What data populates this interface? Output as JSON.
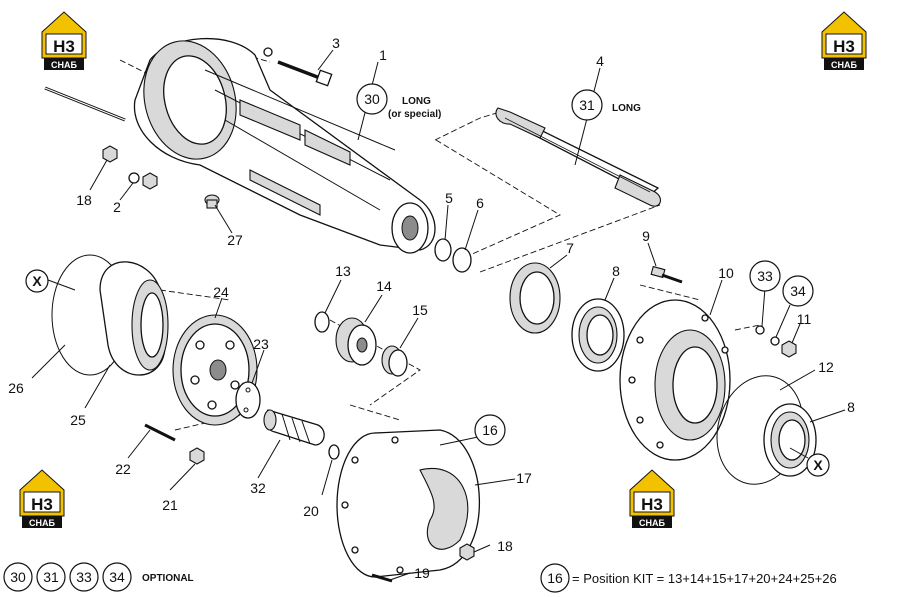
{
  "logo": {
    "mark": "H3",
    "sub": "СНАБ",
    "color": "#f2c200"
  },
  "callouts": {
    "p1": "1",
    "p2": "2",
    "p3": "3",
    "p4": "4",
    "p5": "5",
    "p6": "6",
    "p7": "7",
    "p8a": "8",
    "p8b": "8",
    "p9": "9",
    "p10": "10",
    "p11": "11",
    "p12": "12",
    "p13": "13",
    "p14": "14",
    "p15": "15",
    "p16": "16",
    "p17": "17",
    "p18a": "18",
    "p18b": "18",
    "p19": "19",
    "p20": "20",
    "p21": "21",
    "p22": "22",
    "p23": "23",
    "p24": "24",
    "p25": "25",
    "p26": "26",
    "p27": "27",
    "p30": "30",
    "p31": "31",
    "p32": "32",
    "p33": "33",
    "p34": "34",
    "xa": "X",
    "xb": "X"
  },
  "notes": {
    "long1": "LONG",
    "special": "(or special)",
    "long2": "LONG"
  },
  "legend": {
    "opt1": "30",
    "opt2": "31",
    "opt3": "33",
    "opt4": "34",
    "optional": "OPTIONAL",
    "kit_num": "16",
    "kit_text": "= Position KIT = 13+14+15+17+20+24+25+26"
  }
}
